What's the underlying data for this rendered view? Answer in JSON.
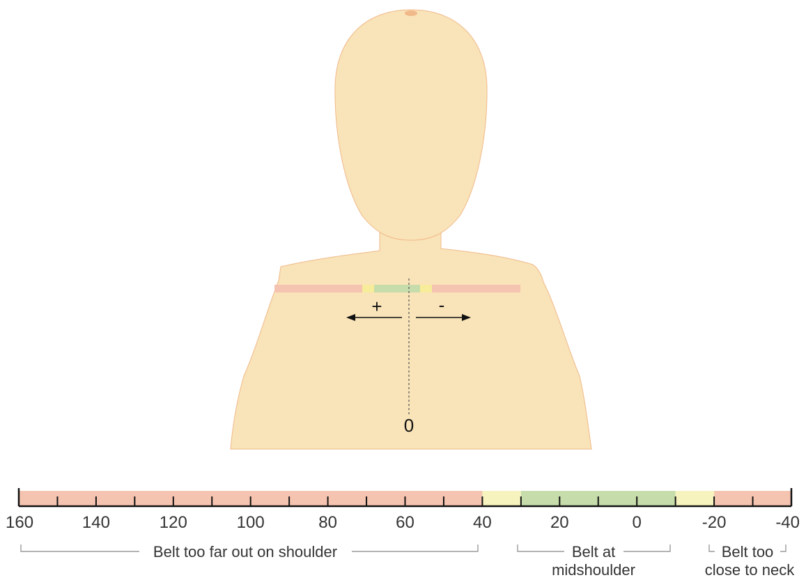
{
  "figure": {
    "midline_label": "0",
    "direction_plus": "+",
    "direction_minus": "-",
    "colors": {
      "skin": "#f9e3b8",
      "skin_outline": "#f0b98a",
      "red_zone": "#f5c4b0",
      "yellow_zone": "#f7ec9a",
      "green_zone": "#c6dcab",
      "scale_yellow": "#f6f3bf"
    }
  },
  "scale": {
    "range": [
      160,
      -40
    ],
    "ticks": [
      "160",
      "140",
      "120",
      "100",
      "80",
      "60",
      "40",
      "20",
      "0",
      "-20",
      "-40"
    ],
    "zones": [
      {
        "from": 160,
        "to": 40,
        "zone": "red_zone"
      },
      {
        "from": 40,
        "to": 30,
        "zone": "scale_yellow"
      },
      {
        "from": 30,
        "to": -10,
        "zone": "green_zone"
      },
      {
        "from": -10,
        "to": -20,
        "zone": "scale_yellow"
      },
      {
        "from": -20,
        "to": -40,
        "zone": "red_zone"
      }
    ]
  },
  "ranges": {
    "far_out": {
      "label": "Belt too far out on shoulder",
      "from": 160,
      "to": 40
    },
    "mid": {
      "line1": "Belt at",
      "line2": "midshoulder",
      "from": 30,
      "to": -10
    },
    "close": {
      "line1": "Belt too",
      "line2": "close to neck",
      "from": -20,
      "to": -40
    }
  }
}
